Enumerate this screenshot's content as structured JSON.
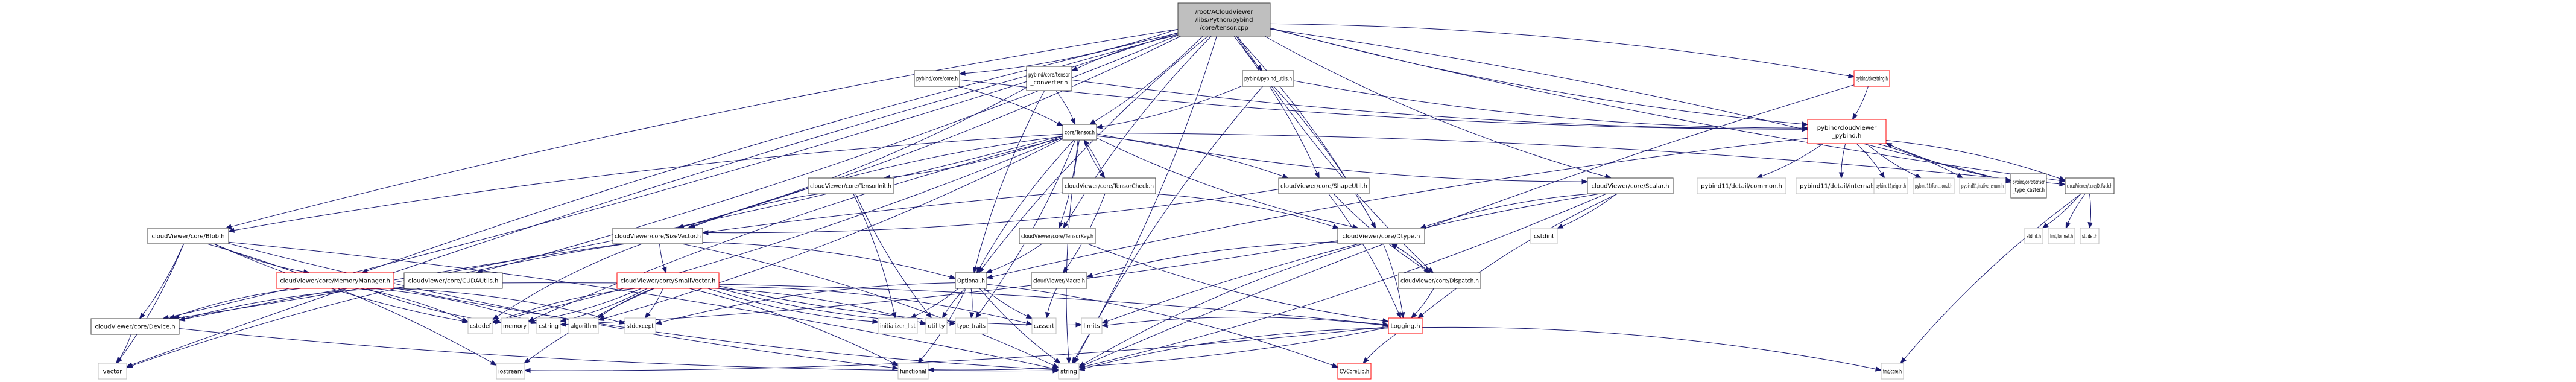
{
  "title": "Include dependency graph for tensor.cpp",
  "colors": {
    "edge": "#191970",
    "root_fill": "#bfbfbf",
    "local_border": "#404040",
    "missing_border": "#ff0000",
    "system_border": "#bfbfbf"
  },
  "nodes": [
    {
      "id": "root",
      "lines": [
        "/root/ACloudViewer",
        "/libs/Python/pybind",
        "/core/tensor.cpp"
      ],
      "kind": "root"
    },
    {
      "id": "tensor_converter",
      "lines": [
        "pybind/core/tensor",
        "_converter.h"
      ],
      "kind": "local"
    },
    {
      "id": "core_h",
      "lines": [
        "pybind/core/core.h"
      ],
      "kind": "local"
    },
    {
      "id": "pybind_utils",
      "lines": [
        "pybind/pybind_utils.h"
      ],
      "kind": "local"
    },
    {
      "id": "docstring",
      "lines": [
        "pybind/docstring.h"
      ],
      "kind": "red"
    },
    {
      "id": "cv_pybind",
      "lines": [
        "pybind/cloudViewer",
        "_pybind.h"
      ],
      "kind": "red"
    },
    {
      "id": "tensor_h",
      "lines": [
        "core/Tensor.h"
      ],
      "kind": "local"
    },
    {
      "id": "blob",
      "lines": [
        "cloudViewer/core/Blob.h"
      ],
      "kind": "local"
    },
    {
      "id": "tensorinit",
      "lines": [
        "cloudViewer/core/TensorInit.h"
      ],
      "kind": "local"
    },
    {
      "id": "tensorcheck",
      "lines": [
        "cloudViewer/core/TensorCheck.h"
      ],
      "kind": "local"
    },
    {
      "id": "shapeutil",
      "lines": [
        "cloudViewer/core/ShapeUtil.h"
      ],
      "kind": "local"
    },
    {
      "id": "scalar",
      "lines": [
        "cloudViewer/core/Scalar.h"
      ],
      "kind": "local"
    },
    {
      "id": "pb_common",
      "lines": [
        "pybind11/detail/common.h"
      ],
      "kind": "sys"
    },
    {
      "id": "pb_internals",
      "lines": [
        "pybind11/detail/internals.h"
      ],
      "kind": "sys"
    },
    {
      "id": "pb_eigen",
      "lines": [
        "pybind11/eigen.h"
      ],
      "kind": "sys"
    },
    {
      "id": "pb_functional",
      "lines": [
        "pybind11/functional.h"
      ],
      "kind": "sys"
    },
    {
      "id": "pb_native_enum",
      "lines": [
        "pybind11/native_enum.h"
      ],
      "kind": "sys"
    },
    {
      "id": "type_caster",
      "lines": [
        "pybind/core/tensor",
        "_type_caster.h"
      ],
      "kind": "local"
    },
    {
      "id": "dlpack",
      "lines": [
        "cloudViewer/core/DLPack.h"
      ],
      "kind": "local"
    },
    {
      "id": "sizevector",
      "lines": [
        "cloudViewer/core/SizeVector.h"
      ],
      "kind": "local"
    },
    {
      "id": "tensorkey",
      "lines": [
        "cloudViewer/core/TensorKey.h"
      ],
      "kind": "local"
    },
    {
      "id": "dtype",
      "lines": [
        "cloudViewer/core/Dtype.h"
      ],
      "kind": "local"
    },
    {
      "id": "cstdint",
      "lines": [
        "cstdint"
      ],
      "kind": "sys"
    },
    {
      "id": "stdint",
      "lines": [
        "stdint.h"
      ],
      "kind": "sys"
    },
    {
      "id": "fmt_format",
      "lines": [
        "fmt/format.h"
      ],
      "kind": "sys"
    },
    {
      "id": "stddef",
      "lines": [
        "stddef.h"
      ],
      "kind": "sys"
    },
    {
      "id": "memorymanager",
      "lines": [
        "cloudViewer/core/MemoryManager.h"
      ],
      "kind": "red"
    },
    {
      "id": "cudautils",
      "lines": [
        "cloudViewer/core/CUDAUtils.h"
      ],
      "kind": "local"
    },
    {
      "id": "smallvector",
      "lines": [
        "cloudViewer/core/SmallVector.h"
      ],
      "kind": "red"
    },
    {
      "id": "optional",
      "lines": [
        "Optional.h"
      ],
      "kind": "local"
    },
    {
      "id": "macro",
      "lines": [
        "cloudViewer/Macro.h"
      ],
      "kind": "local"
    },
    {
      "id": "dispatch",
      "lines": [
        "cloudViewer/core/Dispatch.h"
      ],
      "kind": "local"
    },
    {
      "id": "device",
      "lines": [
        "cloudViewer/core/Device.h"
      ],
      "kind": "local"
    },
    {
      "id": "cstddef",
      "lines": [
        "cstddef"
      ],
      "kind": "sys"
    },
    {
      "id": "memory",
      "lines": [
        "memory"
      ],
      "kind": "sys"
    },
    {
      "id": "cstring",
      "lines": [
        "cstring"
      ],
      "kind": "sys"
    },
    {
      "id": "algorithm",
      "lines": [
        "algorithm"
      ],
      "kind": "sys"
    },
    {
      "id": "stdexcept",
      "lines": [
        "stdexcept"
      ],
      "kind": "sys"
    },
    {
      "id": "initializer_list",
      "lines": [
        "initializer_list"
      ],
      "kind": "sys"
    },
    {
      "id": "utility",
      "lines": [
        "utility"
      ],
      "kind": "sys"
    },
    {
      "id": "type_traits",
      "lines": [
        "type_traits"
      ],
      "kind": "sys"
    },
    {
      "id": "cassert",
      "lines": [
        "cassert"
      ],
      "kind": "sys"
    },
    {
      "id": "limits",
      "lines": [
        "limits"
      ],
      "kind": "sys"
    },
    {
      "id": "logging",
      "lines": [
        "Logging.h"
      ],
      "kind": "red"
    },
    {
      "id": "vector",
      "lines": [
        "vector"
      ],
      "kind": "sys"
    },
    {
      "id": "iostream",
      "lines": [
        "iostream"
      ],
      "kind": "sys"
    },
    {
      "id": "functional",
      "lines": [
        "functional"
      ],
      "kind": "sys"
    },
    {
      "id": "string",
      "lines": [
        "string"
      ],
      "kind": "sys"
    },
    {
      "id": "cvcorelib",
      "lines": [
        "CVCoreLib.h"
      ],
      "kind": "red"
    },
    {
      "id": "fmt_core",
      "lines": [
        "fmt/core.h"
      ],
      "kind": "sys"
    }
  ],
  "edges": [
    [
      "root",
      "tensor_converter"
    ],
    [
      "root",
      "core_h"
    ],
    [
      "root",
      "pybind_utils"
    ],
    [
      "root",
      "docstring"
    ],
    [
      "root",
      "cv_pybind"
    ],
    [
      "root",
      "tensor_h"
    ],
    [
      "root",
      "blob"
    ],
    [
      "root",
      "shapeutil"
    ],
    [
      "root",
      "scalar"
    ],
    [
      "root",
      "type_caster"
    ],
    [
      "root",
      "dlpack"
    ],
    [
      "root",
      "sizevector"
    ],
    [
      "root",
      "tensorkey"
    ],
    [
      "root",
      "dtype"
    ],
    [
      "root",
      "optional"
    ],
    [
      "root",
      "device"
    ],
    [
      "root",
      "vector"
    ],
    [
      "root",
      "cudautils"
    ],
    [
      "root",
      "dispatch"
    ],
    [
      "root",
      "string"
    ],
    [
      "root",
      "memorymanager"
    ],
    [
      "tensor_converter",
      "tensor_h"
    ],
    [
      "tensor_converter",
      "cv_pybind"
    ],
    [
      "tensor_converter",
      "sizevector"
    ],
    [
      "tensor_converter",
      "optional"
    ],
    [
      "core_h",
      "tensor_h"
    ],
    [
      "core_h",
      "cv_pybind"
    ],
    [
      "pybind_utils",
      "tensor_h"
    ],
    [
      "pybind_utils",
      "cv_pybind"
    ],
    [
      "pybind_utils",
      "dtype"
    ],
    [
      "pybind_utils",
      "string"
    ],
    [
      "docstring",
      "cv_pybind"
    ],
    [
      "docstring",
      "string"
    ],
    [
      "cv_pybind",
      "pb_common"
    ],
    [
      "cv_pybind",
      "pb_internals"
    ],
    [
      "cv_pybind",
      "pb_eigen"
    ],
    [
      "cv_pybind",
      "pb_functional"
    ],
    [
      "cv_pybind",
      "pb_native_enum"
    ],
    [
      "cv_pybind",
      "type_caster"
    ],
    [
      "cv_pybind",
      "dlpack"
    ],
    [
      "cv_pybind",
      "optional"
    ],
    [
      "type_caster",
      "cv_pybind"
    ],
    [
      "tensor_h",
      "blob"
    ],
    [
      "tensor_h",
      "tensorinit"
    ],
    [
      "tensor_h",
      "tensorcheck"
    ],
    [
      "tensor_h",
      "shapeutil"
    ],
    [
      "tensor_h",
      "scalar"
    ],
    [
      "tensor_h",
      "dlpack"
    ],
    [
      "tensor_h",
      "sizevector"
    ],
    [
      "tensor_h",
      "tensorkey"
    ],
    [
      "tensor_h",
      "dtype"
    ],
    [
      "tensor_h",
      "device"
    ],
    [
      "tensor_h",
      "optional"
    ],
    [
      "tensor_h",
      "cstddef"
    ],
    [
      "tensor_h",
      "memory"
    ],
    [
      "tensor_h",
      "algorithm"
    ],
    [
      "tensor_h",
      "string"
    ],
    [
      "tensor_h",
      "type_traits"
    ],
    [
      "tensorcheck",
      "tensor_h"
    ],
    [
      "tensorcheck",
      "dtype"
    ],
    [
      "tensorcheck",
      "device"
    ],
    [
      "tensorcheck",
      "macro"
    ],
    [
      "tensorinit",
      "sizevector"
    ],
    [
      "tensorinit",
      "initializer_list"
    ],
    [
      "tensorinit",
      "utility"
    ],
    [
      "shapeutil",
      "sizevector"
    ],
    [
      "shapeutil",
      "dispatch"
    ],
    [
      "shapeutil",
      "logging"
    ],
    [
      "scalar",
      "dtype"
    ],
    [
      "scalar",
      "cstdint"
    ],
    [
      "scalar",
      "logging"
    ],
    [
      "scalar",
      "string"
    ],
    [
      "scalar",
      "limits"
    ],
    [
      "dlpack",
      "stdint"
    ],
    [
      "dlpack",
      "fmt_format"
    ],
    [
      "dlpack",
      "stddef"
    ],
    [
      "dlpack",
      "fmt_core"
    ],
    [
      "blob",
      "device"
    ],
    [
      "blob",
      "memorymanager"
    ],
    [
      "blob",
      "vector"
    ],
    [
      "blob",
      "functional"
    ],
    [
      "blob",
      "string"
    ],
    [
      "blob",
      "cstddef"
    ],
    [
      "blob",
      "iostream"
    ],
    [
      "sizevector",
      "smallvector"
    ],
    [
      "sizevector",
      "optional"
    ],
    [
      "sizevector",
      "cstddef"
    ],
    [
      "sizevector",
      "string"
    ],
    [
      "sizevector",
      "vector"
    ],
    [
      "tensorkey",
      "optional"
    ],
    [
      "tensorkey",
      "logging"
    ],
    [
      "dtype",
      "dispatch"
    ],
    [
      "dtype",
      "macro"
    ],
    [
      "dtype",
      "logging"
    ],
    [
      "dtype",
      "string"
    ],
    [
      "dtype",
      "cstring"
    ],
    [
      "dispatch",
      "dtype"
    ],
    [
      "dispatch",
      "logging"
    ],
    [
      "memorymanager",
      "device"
    ],
    [
      "memorymanager",
      "cstddef"
    ],
    [
      "memorymanager",
      "memory"
    ],
    [
      "memorymanager",
      "stdexcept"
    ],
    [
      "memorymanager",
      "string"
    ],
    [
      "memorymanager",
      "cstring"
    ],
    [
      "cudautils",
      "device"
    ],
    [
      "cudautils",
      "logging"
    ],
    [
      "smallvector",
      "cstddef"
    ],
    [
      "smallvector",
      "cstring"
    ],
    [
      "smallvector",
      "algorithm"
    ],
    [
      "smallvector",
      "stdexcept"
    ],
    [
      "smallvector",
      "initializer_list"
    ],
    [
      "smallvector",
      "utility"
    ],
    [
      "smallvector",
      "type_traits"
    ],
    [
      "smallvector",
      "cassert"
    ],
    [
      "smallvector",
      "limits"
    ],
    [
      "smallvector",
      "functional"
    ],
    [
      "smallvector",
      "iostream"
    ],
    [
      "smallvector",
      "memory"
    ],
    [
      "optional",
      "stdexcept"
    ],
    [
      "optional",
      "initializer_list"
    ],
    [
      "optional",
      "utility"
    ],
    [
      "optional",
      "type_traits"
    ],
    [
      "optional",
      "cassert"
    ],
    [
      "optional",
      "functional"
    ],
    [
      "optional",
      "string"
    ],
    [
      "optional",
      "cvcorelib"
    ],
    [
      "macro",
      "cassert"
    ],
    [
      "device",
      "vector"
    ],
    [
      "device",
      "string"
    ],
    [
      "logging",
      "functional"
    ],
    [
      "logging",
      "string"
    ],
    [
      "logging",
      "iostream"
    ],
    [
      "logging",
      "cvcorelib"
    ],
    [
      "logging",
      "fmt_core"
    ],
    [
      "logging",
      "limits"
    ]
  ]
}
